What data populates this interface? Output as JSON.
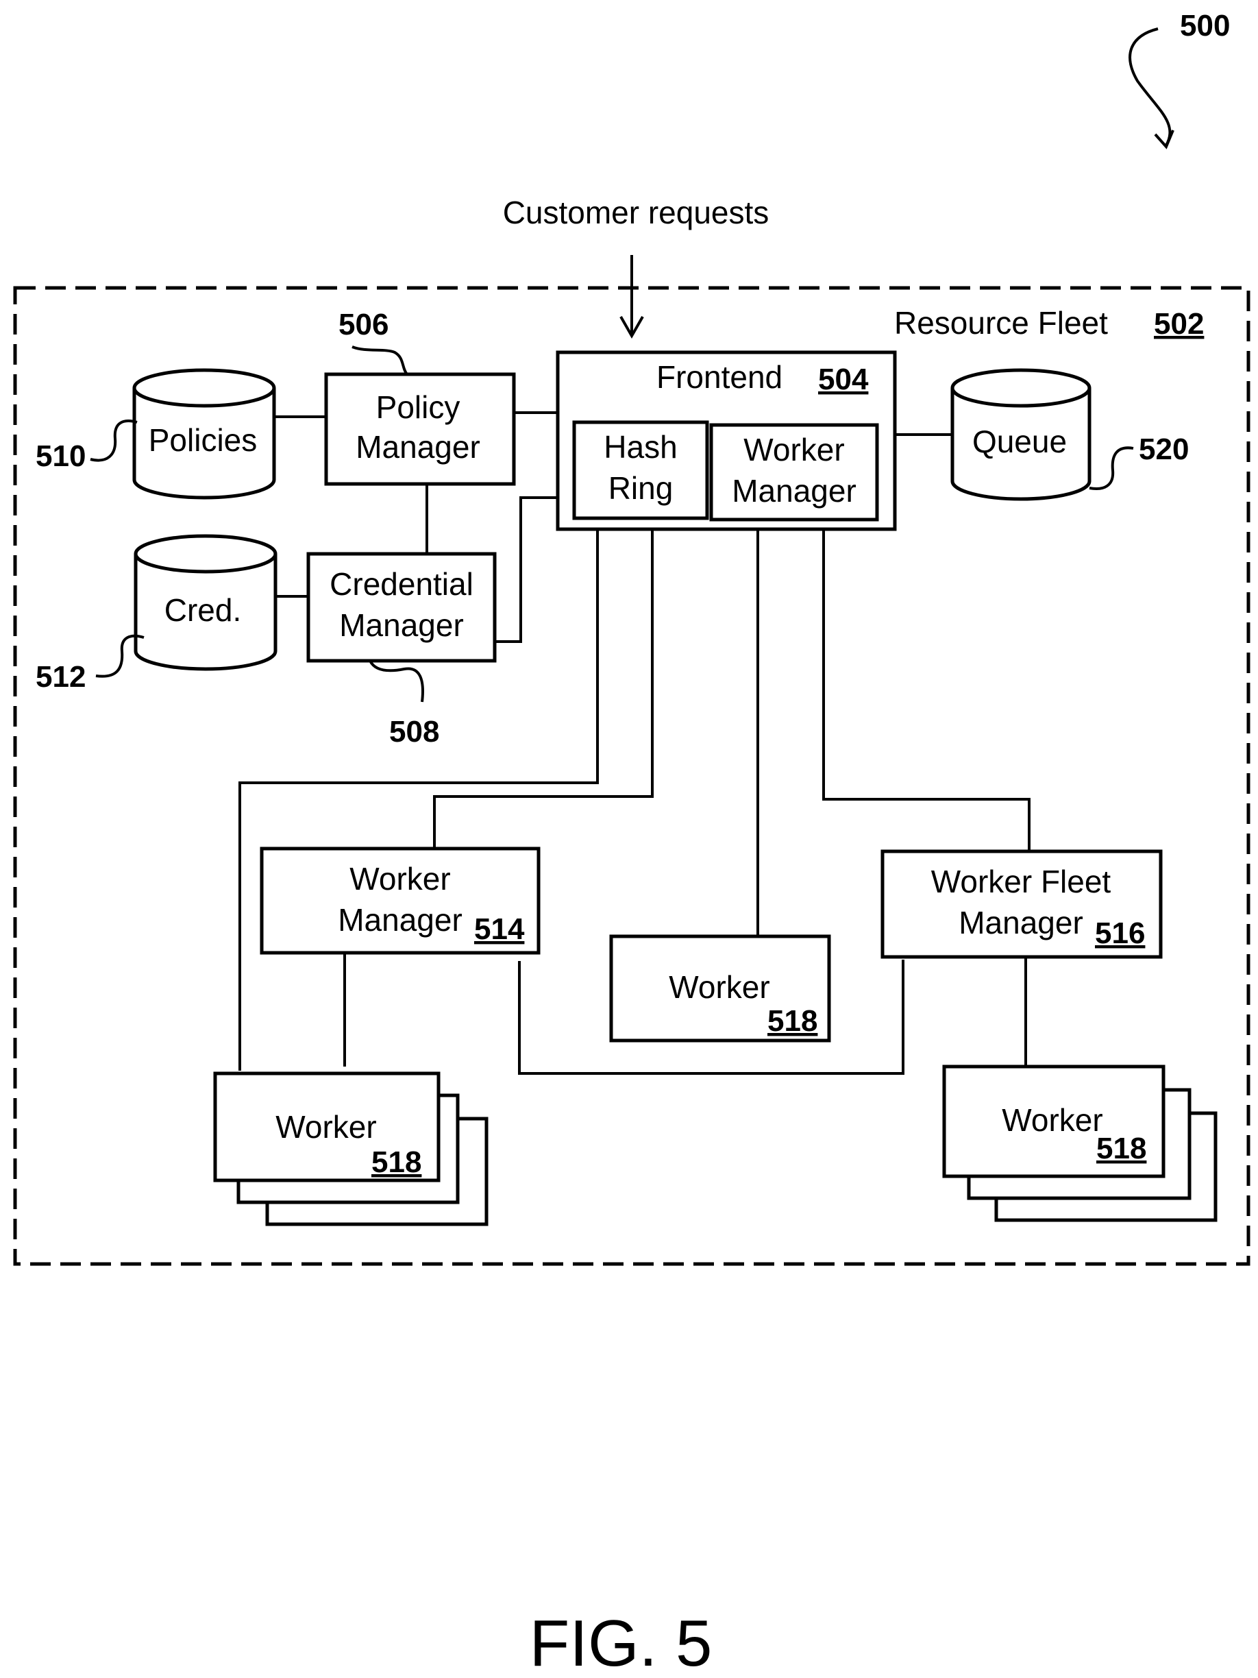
{
  "figure": {
    "ref": "500",
    "caption": "FIG. 5",
    "input_label": "Customer requests"
  },
  "fleet": {
    "label": "Resource Fleet",
    "ref": "502"
  },
  "frontend": {
    "label": "Frontend",
    "ref": "504",
    "hash_ring": [
      "Hash",
      "Ring"
    ],
    "worker_manager": [
      "Worker",
      "Manager"
    ]
  },
  "policy_manager": {
    "lines": [
      "Policy",
      "Manager"
    ],
    "ref": "506"
  },
  "credential_manager": {
    "lines": [
      "Credential",
      "Manager"
    ],
    "ref": "508"
  },
  "policies_store": {
    "label": "Policies",
    "ref": "510"
  },
  "cred_store": {
    "label": "Cred.",
    "ref": "512"
  },
  "queue_store": {
    "label": "Queue",
    "ref": "520"
  },
  "worker_manager_514": {
    "lines": [
      "Worker",
      "Manager"
    ],
    "ref": "514"
  },
  "worker_fleet_manager": {
    "lines": [
      "Worker Fleet",
      "Manager"
    ],
    "ref": "516"
  },
  "worker_center": {
    "label": "Worker",
    "ref": "518"
  },
  "worker_stack_left": {
    "label": "Worker",
    "ref": "518"
  },
  "worker_stack_right": {
    "label": "Worker",
    "ref": "518"
  }
}
